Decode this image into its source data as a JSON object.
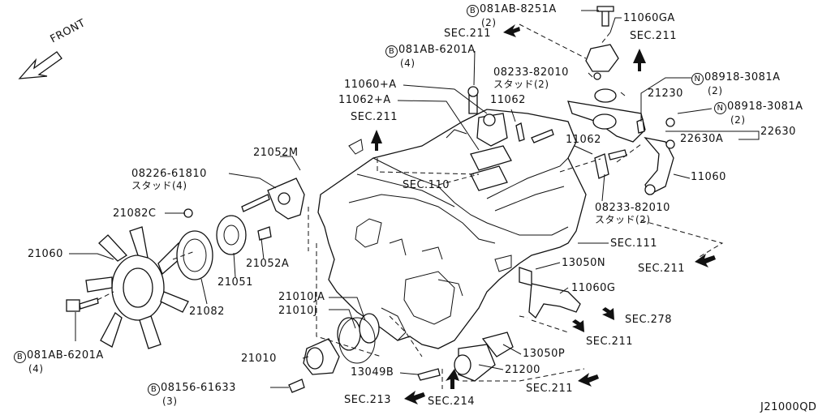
{
  "front_label": "FRONT",
  "diagram_code": "J21000QD",
  "labels": {
    "bolt_8251": {
      "prefix": "B",
      "code": "081AB-8251A",
      "qty": "(2)"
    },
    "part_11060ga": "11060GA",
    "sec211_top_left": "SEC.211",
    "sec211_top_right": "SEC.211",
    "bolt_6201_top": {
      "prefix": "B",
      "code": "081AB-6201A",
      "qty": "(4)"
    },
    "stud_82010_top": {
      "code": "08233-82010",
      "sub": "スタッド(2)"
    },
    "nut_3081_a": {
      "prefix": "N",
      "code": "08918-3081A",
      "qty": "(2)"
    },
    "nut_3081_b": {
      "prefix": "N",
      "code": "08918-3081A",
      "qty": "(2)"
    },
    "part_11060_plus_a": "11060+A",
    "part_11062_plus_a": "11062+A",
    "part_11062_top": "11062",
    "part_21230": "21230",
    "part_22630": "22630",
    "part_22630a": "22630A",
    "sec211_mid": "SEC.211",
    "part_11062_mid": "11062",
    "part_11060": "11060",
    "part_21052m": "21052M",
    "stud_61810": {
      "code": "08226-61810",
      "sub": "スタッド(4)"
    },
    "sec110": "SEC.110",
    "stud_82010_bottom": {
      "code": "08233-82010",
      "sub": "スタッド(2)"
    },
    "part_21082c": "21082C",
    "sec111": "SEC.111",
    "part_21060": "21060",
    "part_13050n": "13050N",
    "sec211_right": "SEC.211",
    "part_21052a": "21052A",
    "part_21051": "21051",
    "part_11060g": "11060G",
    "part_21010ja": "21010JA",
    "part_21010j": "21010J",
    "part_21082": "21082",
    "sec278": "SEC.278",
    "bolt_6201_left": {
      "prefix": "B",
      "code": "081AB-6201A",
      "qty": "(4)"
    },
    "sec211_lower": "SEC.211",
    "part_21010": "21010",
    "part_13050p": "13050P",
    "part_13049b": "13049B",
    "part_21200": "21200",
    "bolt_61633": {
      "prefix": "B",
      "code": "08156-61633",
      "qty": "(3)"
    },
    "sec211_bottom": "SEC.211",
    "sec213": "SEC.213",
    "sec214": "SEC.214"
  }
}
